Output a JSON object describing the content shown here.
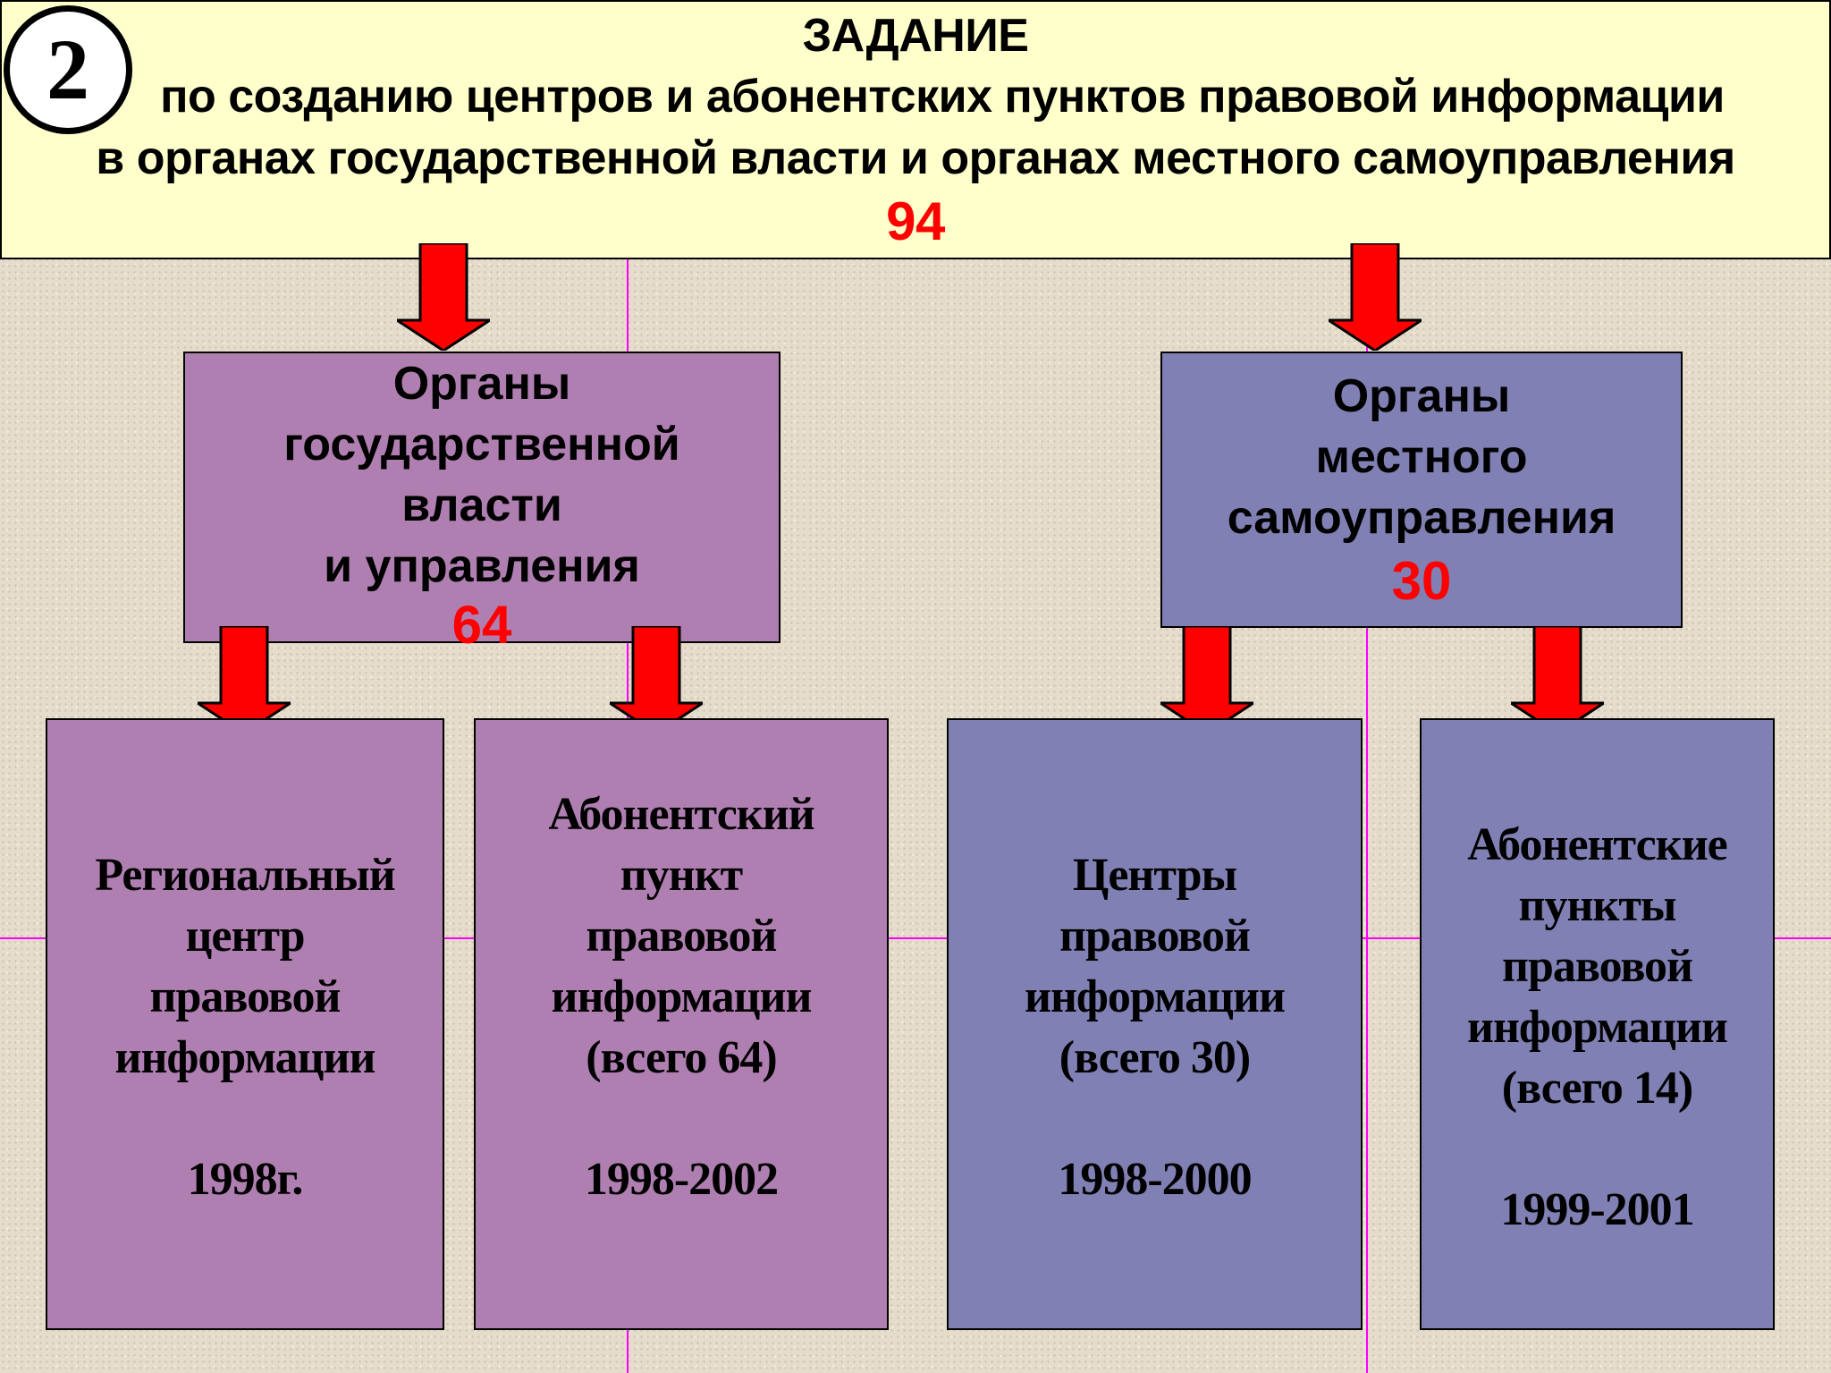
{
  "badge": "2",
  "header": {
    "line1": "ЗАДАНИЕ",
    "line2": "по созданию центров и абонентских пунктов правовой информации",
    "line3": "в органах государственной власти и органах местного самоуправления",
    "total": "94"
  },
  "branches": [
    {
      "lines": [
        "Органы",
        "государственной",
        "власти",
        "и управления"
      ],
      "count": "64"
    },
    {
      "lines": [
        "Органы",
        "местного",
        "самоуправления"
      ],
      "count": "30"
    }
  ],
  "leaves": [
    {
      "lines": [
        "Региональный",
        "центр",
        "правовой",
        "информации"
      ],
      "years": "1998г."
    },
    {
      "lines": [
        "Абонентский",
        "пункт",
        "правовой",
        "информации",
        "(всего 64)"
      ],
      "years": "1998-2002"
    },
    {
      "lines": [
        "Центры",
        "правовой",
        "информации",
        "(всего 30)"
      ],
      "years": "1998-2000"
    },
    {
      "lines": [
        "Абонентские",
        "пункты",
        "правовой",
        "информации",
        "(всего 14)"
      ],
      "years": "1999-2001"
    }
  ],
  "colors": {
    "header_bg": "#ffffcc",
    "state_box": "#b07fb2",
    "local_box": "#8080b4",
    "arrow": "#ff0000",
    "count": "#ff0000"
  }
}
